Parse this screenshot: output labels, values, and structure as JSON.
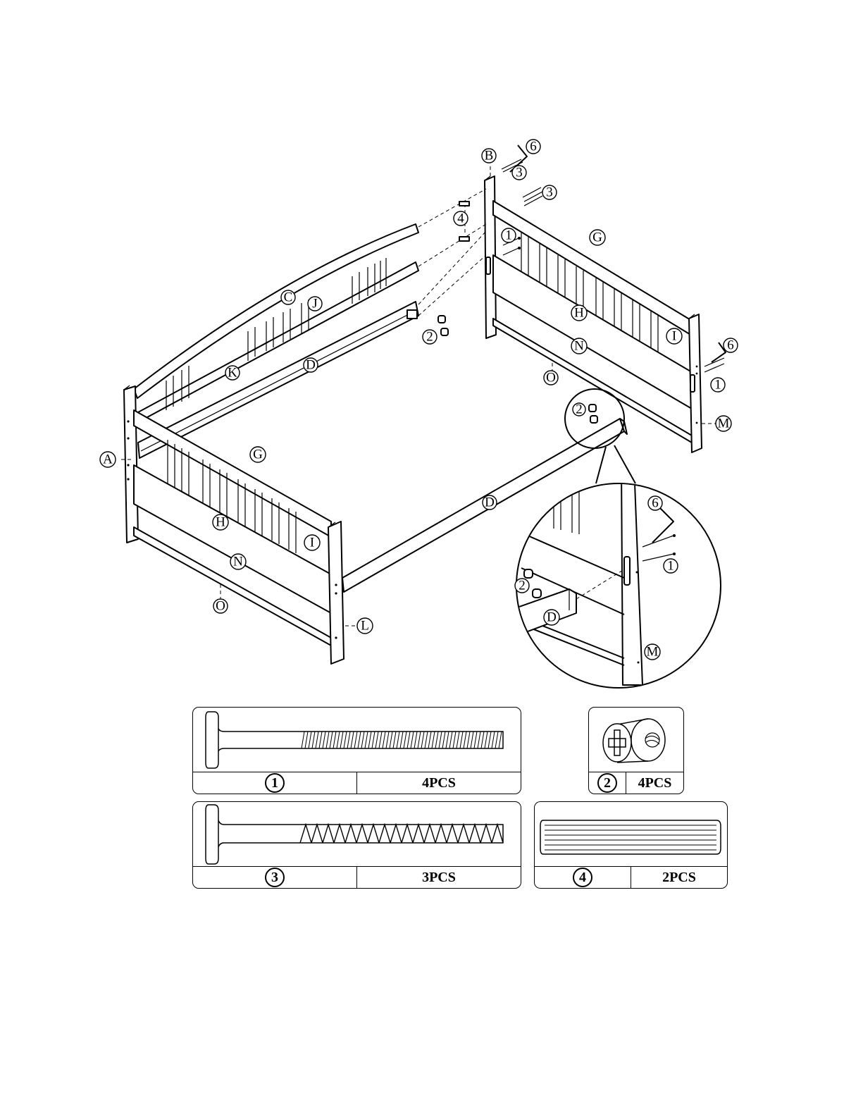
{
  "callouts": {
    "A": "A",
    "B": "B",
    "C": "C",
    "D": "D",
    "G": "G",
    "H": "H",
    "I": "I",
    "J": "J",
    "K": "K",
    "L": "L",
    "M": "M",
    "N": "N",
    "O": "O",
    "n1": "1",
    "n2": "2",
    "n3": "3",
    "n4": "4",
    "n6": "6"
  },
  "hardware": [
    {
      "number": "1",
      "quantity": "4PCS",
      "icon": "bolt-icon"
    },
    {
      "number": "2",
      "quantity": "4PCS",
      "icon": "barrel-nut-icon"
    },
    {
      "number": "3",
      "quantity": "3PCS",
      "icon": "wood-screw-icon"
    },
    {
      "number": "4",
      "quantity": "2PCS",
      "icon": "dowel-icon"
    }
  ]
}
